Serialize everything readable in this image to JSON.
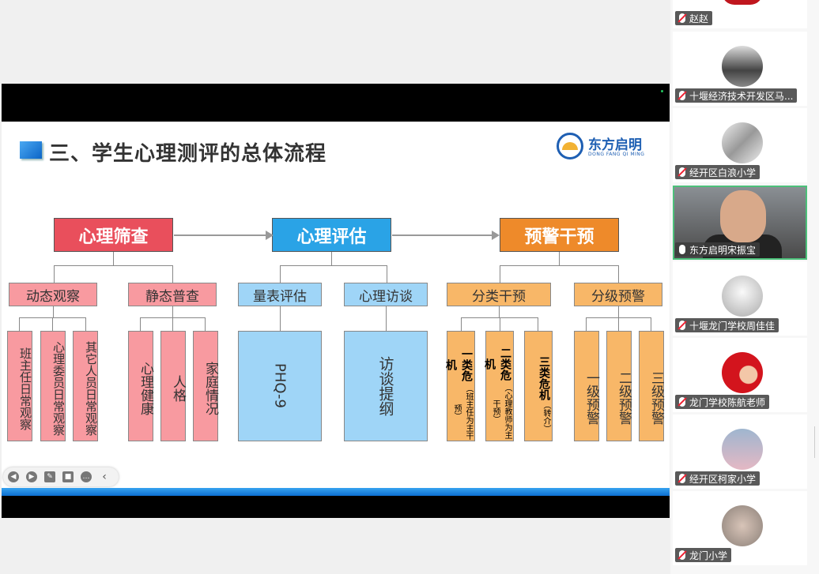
{
  "slide": {
    "title": "三、学生心理测评的总体流程",
    "logo_name": "东方启明",
    "logo_sub": "DONG FANG QI MING",
    "stages": [
      {
        "label": "心理筛查",
        "color": "#e94f5c"
      },
      {
        "label": "心理评估",
        "color": "#2aa3e6"
      },
      {
        "label": "预警干预",
        "color": "#ee8a2a"
      }
    ],
    "sub": {
      "s1": "动态观察",
      "s2": "静态普查",
      "s3": "量表评估",
      "s4": "心理访谈",
      "s5": "分类干预",
      "s6": "分级预警"
    },
    "leaves": {
      "l1": "班主任日常观察",
      "l2": "心理委员日常观察",
      "l3": "其它人员日常观察",
      "l4": "心理健康",
      "l5": "人格",
      "l6": "家庭情况",
      "l7": "PHQ-9",
      "l8": "访谈提纲",
      "l9a": "一类危机",
      "l9b": "（班主任为主干预）",
      "l10a": "二类危机",
      "l10b": "（心理教师为主干预）",
      "l11a": "三类危机",
      "l11b": "（转介）",
      "l12": "一级预警",
      "l13": "二级预警",
      "l14": "三级预警"
    }
  },
  "toolbar": {
    "icons": [
      "prev-icon",
      "next-icon",
      "pen-icon",
      "camera-icon",
      "more-icon",
      "collapse-icon"
    ]
  },
  "participants": [
    {
      "name": "赵赵",
      "muted": true
    },
    {
      "name": "十堰经济技术开发区马...",
      "muted": true
    },
    {
      "name": "经开区白浪小学",
      "muted": true
    },
    {
      "name": "东方启明宋振宝",
      "muted": false,
      "active": true
    },
    {
      "name": "十堰龙门学校周佳佳",
      "muted": true
    },
    {
      "name": "龙门学校陈航老师",
      "muted": true
    },
    {
      "name": "经开区柯家小学",
      "muted": true
    },
    {
      "name": "龙门小学",
      "muted": true
    }
  ]
}
